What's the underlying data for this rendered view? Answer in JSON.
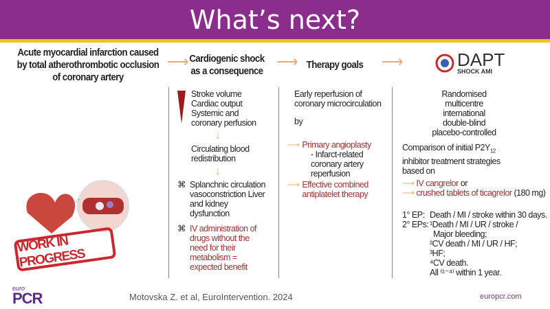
{
  "title": "What’s next?",
  "header": {
    "col1": "Acute myocardial infarction caused by total atherothrombotic occlusion of coronary artery",
    "col2": "Cardiogenic shock as a consequence",
    "col3": "Therapy goals",
    "logo_main": "DAPT",
    "logo_sub": "SHOCK AMI"
  },
  "shock": {
    "drop": [
      "Stroke volume",
      "Cardiac output",
      "Systemic and",
      "coronary perfusion"
    ],
    "redistribution": "Circulating blood redistribution",
    "splanchnic": "Splanchnic circulation vasoconstriction Liver and kidney dysfunction",
    "iv": "IV administration of drugs without the need for their metabolism = expected benefit",
    "bullet": "⌘"
  },
  "goals": {
    "intro": "Early reperfusion of coronary microcirculation",
    "by": "by",
    "pci": "Primary angioplasty",
    "pci_detail": "- Infarct-related coronary artery reperfusion",
    "dapt": "Effective combined antiplatelet therapy"
  },
  "trial": {
    "design": [
      "Randomised",
      "multicentre",
      "international",
      "double-blind",
      "placebo-controlled"
    ],
    "comparison_a": "Comparison of initial P2Y",
    "comparison_sub": "12",
    "comparison_b": " inhibitor treatment strategies based on",
    "arm1": "IV cangrelor",
    "arm1_suffix": " or",
    "arm2": "crushed tablets of ticagrelor",
    "arm2_suffix": " (180 mg)",
    "ep1_label": "1° EP:",
    "ep1": "Death / MI / stroke within 30 days.",
    "ep2_label": "2° EPs:",
    "ep2": [
      "¹Death / MI / UR / stroke /",
      "Major bleeding;",
      "²CV death / MI / UR / HF;",
      "³HF;",
      "⁴CV death.",
      "All ⁽¹⁻⁴⁾ within 1 year."
    ]
  },
  "stamp": "WORK IN PROGRESS",
  "footer": {
    "citation": "Motovska Z. et al, EuroIntervention. 2024",
    "site": "europcr.com",
    "logo_small": "euro",
    "logo_big": "PCR"
  },
  "colors": {
    "title_bg": "#8b2d8c",
    "accent_line": "#f2c11a",
    "arrow": "#f0a868",
    "emphasis": "#a0302f"
  }
}
